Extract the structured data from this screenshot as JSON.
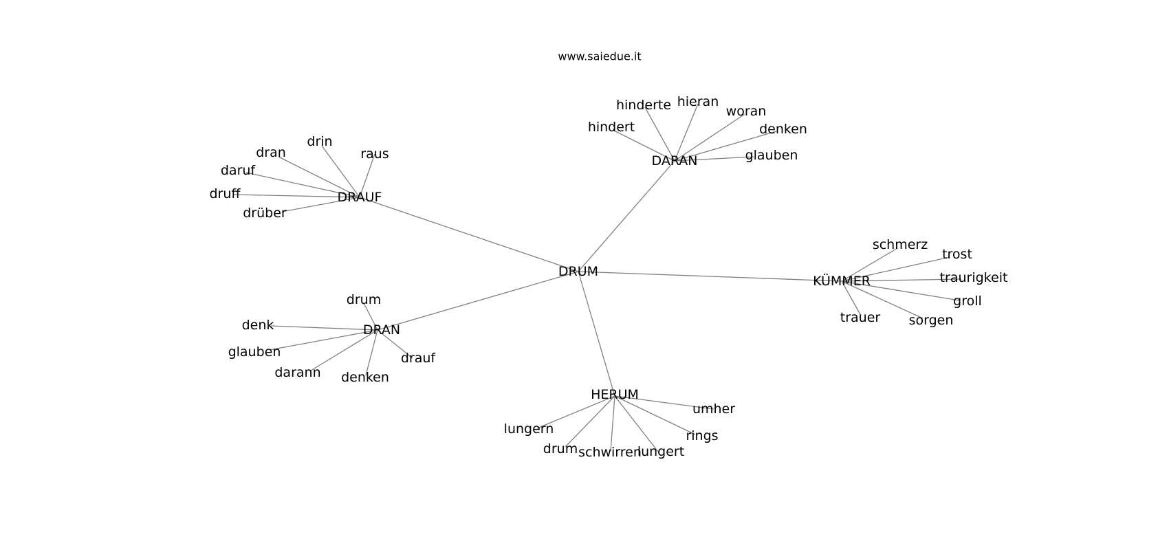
{
  "header": {
    "site": "www.saiedue.it"
  },
  "graph": {
    "edge_color": "#808080",
    "text_color": "#000000",
    "nodes": [
      {
        "id": "drum_center",
        "label": "DRUM"
      },
      {
        "id": "drauf_hub",
        "label": "DRAUF"
      },
      {
        "id": "daran_hub",
        "label": "DARAN"
      },
      {
        "id": "kummer_hub",
        "label": "KÜMMER"
      },
      {
        "id": "dran_hub",
        "label": "DRAN"
      },
      {
        "id": "herum_hub",
        "label": "HERUM"
      },
      {
        "id": "drauf_dran",
        "label": "dran"
      },
      {
        "id": "drauf_drin",
        "label": "drin"
      },
      {
        "id": "drauf_raus",
        "label": "raus"
      },
      {
        "id": "drauf_daruf",
        "label": "daruf"
      },
      {
        "id": "drauf_druff",
        "label": "druff"
      },
      {
        "id": "drauf_druber",
        "label": "drüber"
      },
      {
        "id": "daran_hinderte",
        "label": "hinderte"
      },
      {
        "id": "daran_hieran",
        "label": "hieran"
      },
      {
        "id": "daran_woran",
        "label": "woran"
      },
      {
        "id": "daran_hindert",
        "label": "hindert"
      },
      {
        "id": "daran_denken",
        "label": "denken"
      },
      {
        "id": "daran_glauben",
        "label": "glauben"
      },
      {
        "id": "kummer_schmerz",
        "label": "schmerz"
      },
      {
        "id": "kummer_trost",
        "label": "trost"
      },
      {
        "id": "kummer_traurigkeit",
        "label": "traurigkeit"
      },
      {
        "id": "kummer_groll",
        "label": "groll"
      },
      {
        "id": "kummer_trauer",
        "label": "trauer"
      },
      {
        "id": "kummer_sorgen",
        "label": "sorgen"
      },
      {
        "id": "dran_drum",
        "label": "drum"
      },
      {
        "id": "dran_denk",
        "label": "denk"
      },
      {
        "id": "dran_glauben",
        "label": "glauben"
      },
      {
        "id": "dran_darann",
        "label": "darann"
      },
      {
        "id": "dran_denken",
        "label": "denken"
      },
      {
        "id": "dran_drauf",
        "label": "drauf"
      },
      {
        "id": "herum_umher",
        "label": "umher"
      },
      {
        "id": "herum_lungern",
        "label": "lungern"
      },
      {
        "id": "herum_rings",
        "label": "rings"
      },
      {
        "id": "herum_drum",
        "label": "drum"
      },
      {
        "id": "herum_schwirren",
        "label": "schwirren"
      },
      {
        "id": "herum_lungert",
        "label": "lungert"
      }
    ],
    "edges": [
      [
        "drum_center",
        "drauf_hub"
      ],
      [
        "drum_center",
        "daran_hub"
      ],
      [
        "drum_center",
        "kummer_hub"
      ],
      [
        "drum_center",
        "dran_hub"
      ],
      [
        "drum_center",
        "herum_hub"
      ],
      [
        "drauf_hub",
        "drauf_dran"
      ],
      [
        "drauf_hub",
        "drauf_drin"
      ],
      [
        "drauf_hub",
        "drauf_raus"
      ],
      [
        "drauf_hub",
        "drauf_daruf"
      ],
      [
        "drauf_hub",
        "drauf_druff"
      ],
      [
        "drauf_hub",
        "drauf_druber"
      ],
      [
        "daran_hub",
        "daran_hinderte"
      ],
      [
        "daran_hub",
        "daran_hieran"
      ],
      [
        "daran_hub",
        "daran_woran"
      ],
      [
        "daran_hub",
        "daran_hindert"
      ],
      [
        "daran_hub",
        "daran_denken"
      ],
      [
        "daran_hub",
        "daran_glauben"
      ],
      [
        "kummer_hub",
        "kummer_schmerz"
      ],
      [
        "kummer_hub",
        "kummer_trost"
      ],
      [
        "kummer_hub",
        "kummer_traurigkeit"
      ],
      [
        "kummer_hub",
        "kummer_groll"
      ],
      [
        "kummer_hub",
        "kummer_trauer"
      ],
      [
        "kummer_hub",
        "kummer_sorgen"
      ],
      [
        "dran_hub",
        "dran_drum"
      ],
      [
        "dran_hub",
        "dran_denk"
      ],
      [
        "dran_hub",
        "dran_glauben"
      ],
      [
        "dran_hub",
        "dran_darann"
      ],
      [
        "dran_hub",
        "dran_denken"
      ],
      [
        "dran_hub",
        "dran_drauf"
      ],
      [
        "herum_hub",
        "herum_umher"
      ],
      [
        "herum_hub",
        "herum_lungern"
      ],
      [
        "herum_hub",
        "herum_rings"
      ],
      [
        "herum_hub",
        "herum_drum"
      ],
      [
        "herum_hub",
        "herum_schwirren"
      ],
      [
        "herum_hub",
        "herum_lungert"
      ]
    ]
  }
}
